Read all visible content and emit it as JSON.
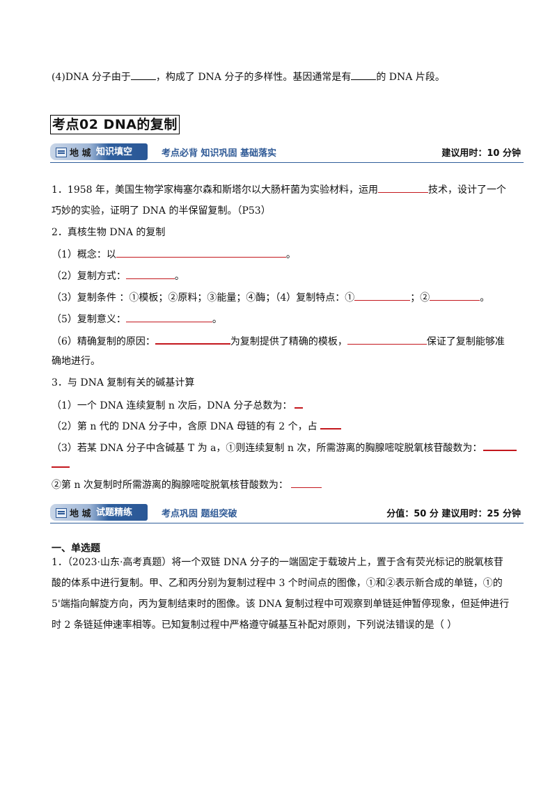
{
  "top_item": {
    "a": "(4)DNA 分子由于",
    "b": "，构成了 DNA 分子的多样性。基因通常是有",
    "c": "的 DNA 片段。"
  },
  "section_title": "考点02   DNA的复制",
  "banner1": {
    "tab_left": "地  城",
    "tab_right": "知识填空",
    "slogan": "考点必背  知识巩固  基础落实",
    "meta": "建议用时：10 分钟"
  },
  "items": {
    "q1a_pre": "1．1958 年，美国生物学家梅塞尔森和斯塔尔以大肠杆菌为实验材料，运用",
    "q1a_post": "技术，设计了一个",
    "q1b": "巧妙的实验，证明了 DNA 的半保留复制。（P53）",
    "q2": "2．真核生物 DNA 的复制",
    "q2_1_pre": "（1）概念：以",
    "q2_1_post": "。",
    "q2_2_pre": "（2）复制方式：",
    "q2_2_post": "。",
    "q2_3_pre": "（3）复制条件 ：①模板；②原料；③能量；④酶；（4）复制特点：①",
    "q2_3_mid": "；②",
    "q2_3_post": "。",
    "q2_5_pre": "（5）复制意义：",
    "q2_5_post": "。",
    "q2_6_pre": "（6）精确复制的原因：",
    "q2_6_mid": "为复制提供了精确的模板，",
    "q2_6_post": "保证了复制能够准",
    "q2_6b": "确地进行。",
    "q3": "3．与 DNA 复制有关的碱基计算",
    "q3_1": "（1）一个 DNA 连续复制 n 次后，DNA 分子总数为：",
    "q3_2": "（2）第 n 代的 DNA 分子中，含原 DNA 母链的有 2 个，占",
    "q3_3": "（3）若某 DNA 分子中含碱基 T 为 a，①则连续复制 n 次，所需游离的胸腺嘧啶脱氧核苷酸数为：",
    "q3_4": "②第 n 次复制时所需游离的胸腺嘧啶脱氧核苷酸数为："
  },
  "banner2": {
    "tab_left": "地  城",
    "tab_right": "试题精练",
    "slogan": "考点巩固  题组突破",
    "meta": "分值：50 分    建议用时：25 分钟"
  },
  "exercise": {
    "heading": "一、单选题",
    "q1_l1": "1．（2023·山东·高考真题）将一个双链 DNA 分子的一端固定于载玻片上，置于含有荧光标记的脱氧核苷",
    "q1_l2": "酸的体系中进行复制。甲、乙和丙分别为复制过程中 3 个时间点的图像，①和②表示新合成的单链，①的",
    "q1_l3": "5'端指向解旋方向，丙为复制结束时的图像。该 DNA 复制过程中可观察到单链延伸暂停现象，但延伸进行",
    "q1_l4": "时 2 条链延伸速率相等。已知复制过程中严格遵守碱基互补配对原则，下列说法错误的是（    ）"
  }
}
